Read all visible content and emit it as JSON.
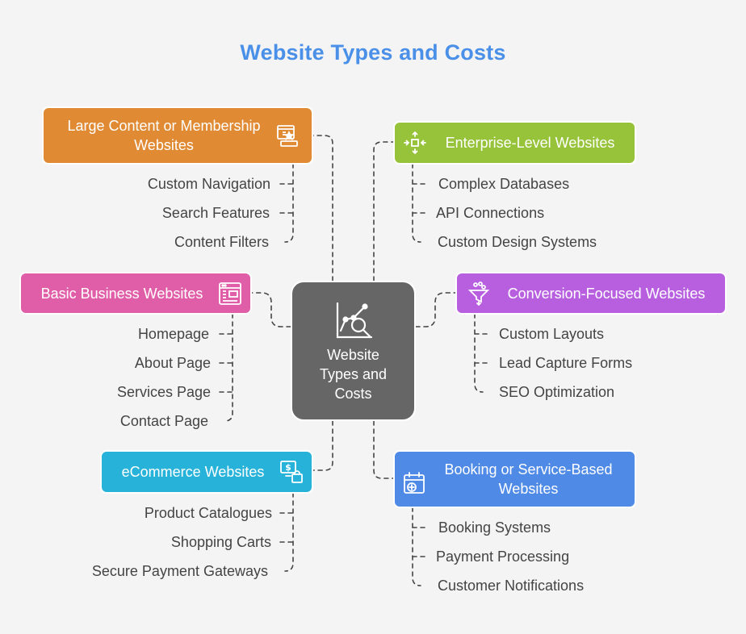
{
  "title": "Website Types and Costs",
  "center": {
    "label_line1": "Website",
    "label_line2": "Types and",
    "label_line3": "Costs",
    "icon": "chart-magnifier-icon"
  },
  "colors": {
    "large_content": "#e08a33",
    "enterprise": "#96c33a",
    "basic_business": "#e05ea8",
    "conversion": "#b85fe0",
    "ecommerce": "#27b3d9",
    "booking": "#4e8ae6",
    "center": "#666666",
    "title": "#4a90e8"
  },
  "categories": {
    "large_content": {
      "line1": "Large Content or Membership",
      "line2": "Websites",
      "icon": "browser-star-icon",
      "items": [
        "Custom Navigation",
        "Search Features",
        "Content Filters"
      ]
    },
    "enterprise": {
      "label": "Enterprise-Level Websites",
      "icon": "move-arrows-icon",
      "items": [
        "Complex Databases",
        "API Connections",
        "Custom Design Systems"
      ]
    },
    "basic_business": {
      "label": "Basic Business Websites",
      "icon": "webpage-layout-icon",
      "items": [
        "Homepage",
        "About Page",
        "Services Page",
        "Contact Page"
      ]
    },
    "conversion": {
      "label": "Conversion-Focused Websites",
      "icon": "funnel-icon",
      "items": [
        "Custom Layouts",
        "Lead Capture Forms",
        "SEO Optimization"
      ]
    },
    "ecommerce": {
      "label": "eCommerce Websites",
      "icon": "payment-bag-icon",
      "items": [
        "Product Catalogues",
        "Shopping Carts",
        "Secure Payment Gateways"
      ]
    },
    "booking": {
      "line1": "Booking or Service-Based",
      "line2": "Websites",
      "icon": "calendar-medical-icon",
      "items": [
        "Booking Systems",
        "Payment Processing",
        "Customer Notifications"
      ]
    }
  }
}
